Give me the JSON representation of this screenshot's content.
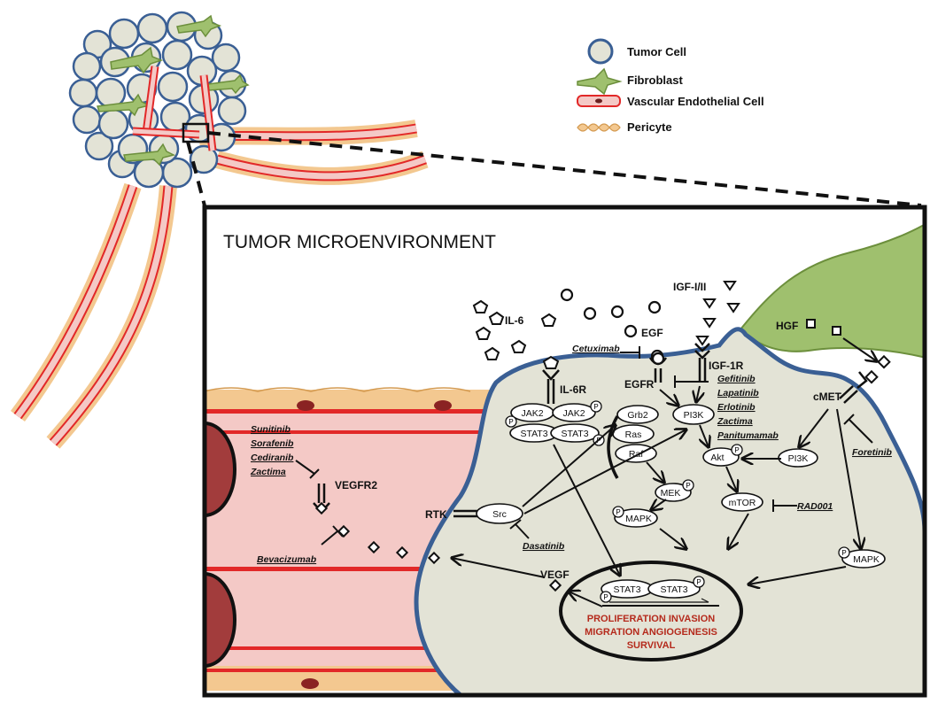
{
  "legend": {
    "tumor_cell": "Tumor Cell",
    "fibroblast": "Fibroblast",
    "endothelial": "Vascular Endothelial Cell",
    "pericyte": "Pericyte"
  },
  "panel_title": "TUMOR MICROENVIRONMENT",
  "ligands": {
    "il6": "IL-6",
    "egf": "EGF",
    "igf": "IGF-I/II",
    "hgf": "HGF",
    "vegf": "VEGF"
  },
  "receptors": {
    "il6r": "IL-6R",
    "egfr": "EGFR",
    "igf1r": "IGF-1R",
    "cmet": "cMET",
    "vegfr2": "VEGFR2",
    "rtk": "RTK"
  },
  "nodes": {
    "jak2": "JAK2",
    "stat3": "STAT3",
    "grb2": "Grb2",
    "ras": "Ras",
    "raf": "Raf",
    "pi3k": "PI3K",
    "akt": "Akt",
    "mek": "MEK",
    "mapk": "MAPK",
    "mtor": "mTOR",
    "src": "Src",
    "p": "P"
  },
  "drugs": {
    "cetuximab": "Cetuximab",
    "egfr_inhibitors": [
      "Gefitinib",
      "Lapatinib",
      "Erlotinib",
      "Zactima",
      "Panitumamab"
    ],
    "vegfr_inhibitors": [
      "Sunitinib",
      "Sorafenib",
      "Cediranib",
      "Zactima"
    ],
    "bevacizumab": "Bevacizumab",
    "dasatinib": "Dasatinib",
    "rad001": "RAD001",
    "foretinib": "Foretinib"
  },
  "outcomes": [
    "PROLIFERATION  INVASION",
    "MIGRATION  ANGIOGENESIS",
    "SURVIVAL"
  ],
  "colors": {
    "tumor_outline": "#3a5f94",
    "tumor_fill": "#e3e3d6",
    "fibroblast": "#9fc06e",
    "vessel_red": "#e22828",
    "vessel_fill": "#f4c9c6",
    "pericyte": "#f3c890",
    "outcome_text": "#b52a1c"
  }
}
